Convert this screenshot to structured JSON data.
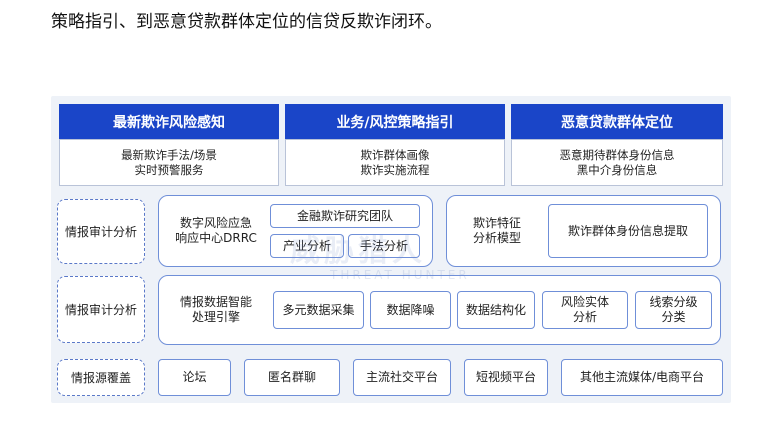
{
  "heading": "策略指引、到恶意贷款群体定位的信贷反欺诈闭环。",
  "top_columns": [
    {
      "title": "最新欺诈风险感知",
      "lines": [
        "最新欺诈手法/场景",
        "实时预警服务"
      ]
    },
    {
      "title": "业务/风控策略指引",
      "lines": [
        "欺诈群体画像",
        "欺诈实施流程"
      ]
    },
    {
      "title": "恶意贷款群体定位",
      "lines": [
        "恶意期待群体身份信息",
        "黑中介身份信息"
      ]
    }
  ],
  "rows": [
    {
      "label": "情报审计分析"
    },
    {
      "label": "情报审计分析"
    },
    {
      "label": "情报源覆盖"
    }
  ],
  "row1": {
    "left_group": {
      "center_lines": [
        "数字风险应急",
        "响应中心DRRC"
      ],
      "team": "金融欺诈研究团队",
      "industry": "产业分析",
      "method": "手法分析"
    },
    "right_group": {
      "center_lines": [
        "欺诈特征",
        "分析模型"
      ],
      "extract": "欺诈群体身份信息提取"
    }
  },
  "row2": {
    "center_lines": [
      "情报数据智能",
      "处理引擎"
    ],
    "items": [
      {
        "lines": [
          "多元数据采集"
        ]
      },
      {
        "lines": [
          "数据降噪"
        ]
      },
      {
        "lines": [
          "数据结构化"
        ]
      },
      {
        "lines": [
          "风险实体",
          "分析"
        ]
      },
      {
        "lines": [
          "线索分级",
          "分类"
        ]
      }
    ]
  },
  "row3": {
    "items": [
      "论坛",
      "匿名群聊",
      "主流社交平台",
      "短视频平台",
      "其他主流媒体/电商平台"
    ]
  },
  "watermark": {
    "main": "威胁猎人",
    "sub": "THREAT HUNTER"
  },
  "colors": {
    "accent": "#1a45c8",
    "border": "#6f8fd8",
    "panel": "#eef2f8"
  }
}
